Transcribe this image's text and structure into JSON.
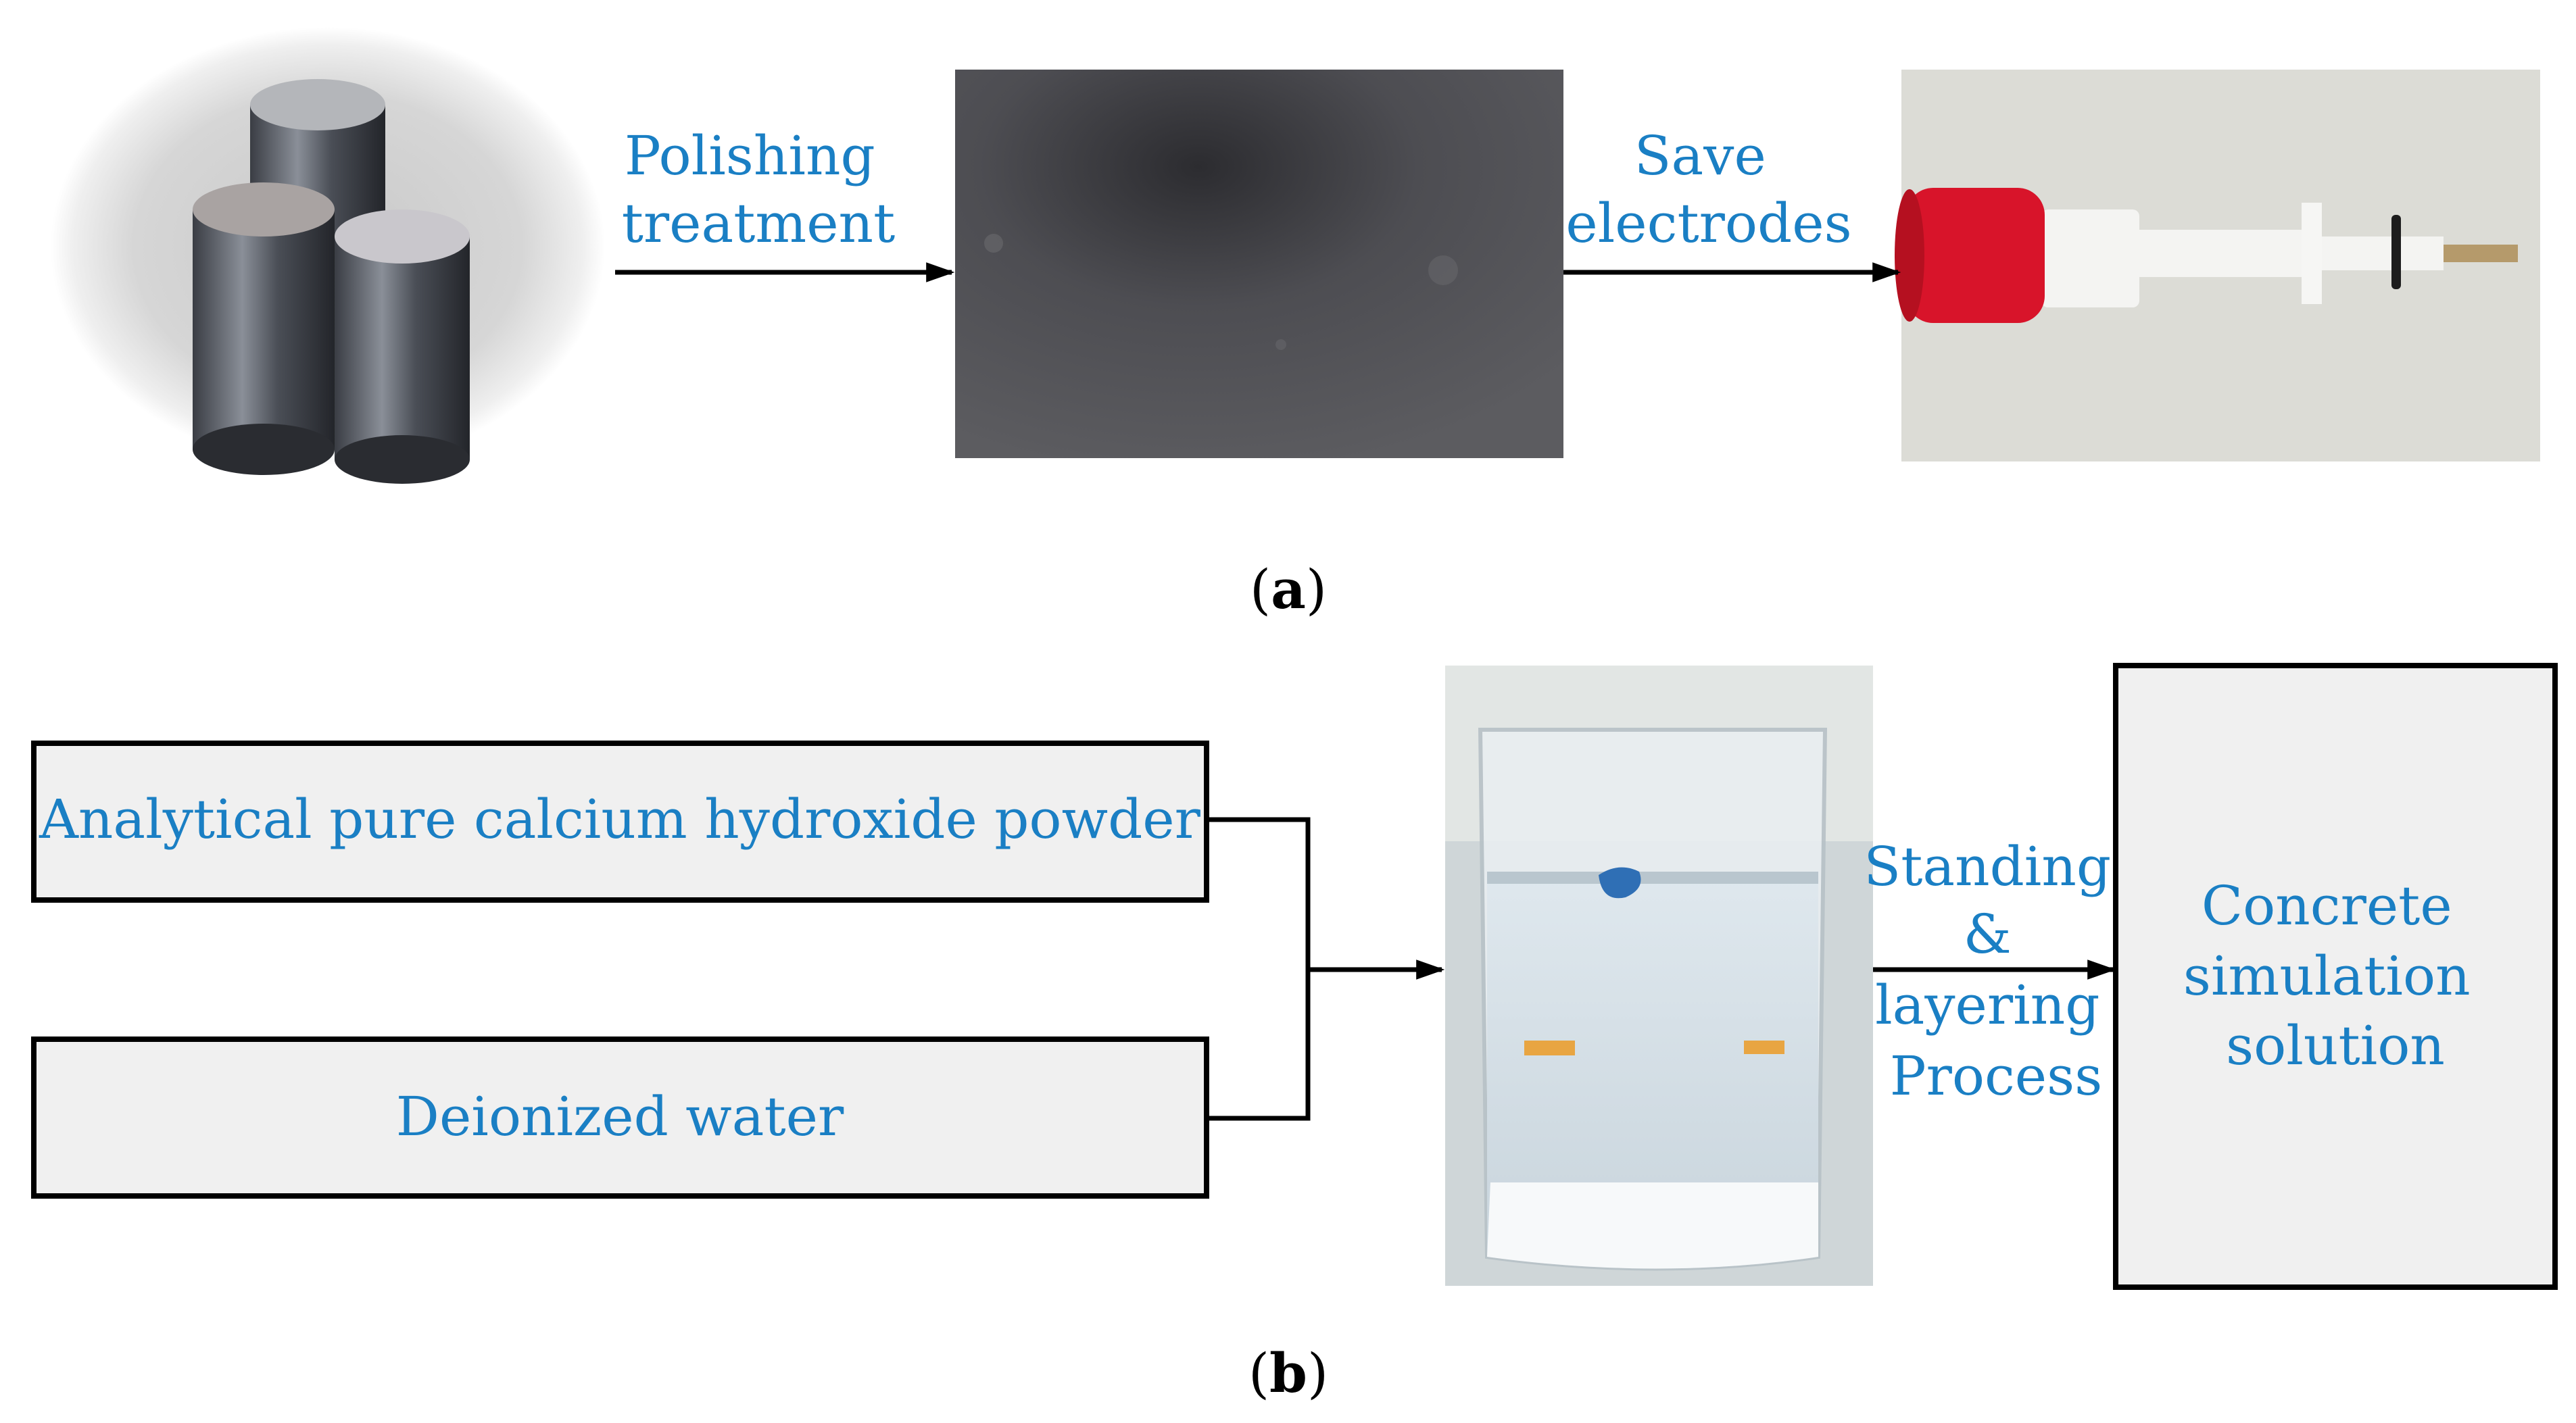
{
  "panel_a": {
    "arrow1_label": [
      "Polishing",
      "treatment"
    ],
    "arrow2_label": [
      "Save",
      "electrodes"
    ],
    "caption": {
      "open": "(",
      "letter": "a",
      "close": ")"
    }
  },
  "panel_b": {
    "box1": "Analytical pure calcium hydroxide powder",
    "box2": "Deionized water",
    "arrow_label": [
      "Standing",
      "&",
      "layering",
      "Process"
    ],
    "result_box": [
      "Concrete",
      "simulation",
      "solution"
    ],
    "caption": {
      "open": "(",
      "letter": "b",
      "close": ")"
    }
  },
  "colors": {
    "label_text": "#1a7fc4",
    "box_fill": "#f0f0f0",
    "line": "#000000"
  }
}
